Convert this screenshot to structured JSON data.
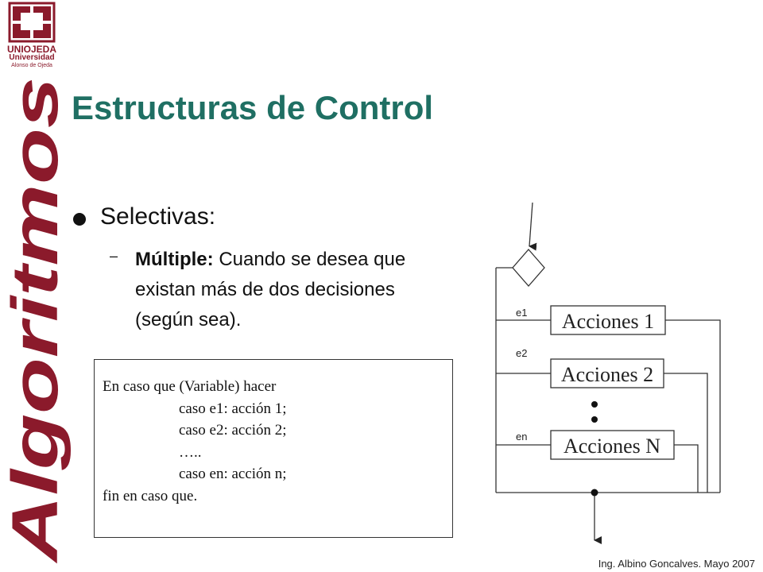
{
  "logo": {
    "line1": "UNIOJEDA",
    "line2": "Universidad",
    "line3": "Alonso de Ojeda"
  },
  "sidebar": {
    "vertical_title": "Algoritmos"
  },
  "slide": {
    "title": "Estructuras de Control",
    "bullet": "Selectivas:",
    "sub_bold": "Múltiple:",
    "sub_text": " Cuando se desea que existan más de dos decisiones (según sea)."
  },
  "code": {
    "lines": [
      "En caso que (Variable) hacer",
      "caso e1: acción 1;",
      "caso e2: acción 2;",
      "…..",
      "caso en: acción n;",
      "fin en caso que."
    ]
  },
  "diagram": {
    "labels": [
      "e1",
      "e2",
      "en"
    ],
    "boxes": [
      "Acciones 1",
      "Acciones 2",
      "Acciones N"
    ]
  },
  "footer": "Ing. Albino Goncalves. Mayo 2007",
  "colors": {
    "title": "#1f6f63",
    "brand": "#8b1a2b"
  }
}
